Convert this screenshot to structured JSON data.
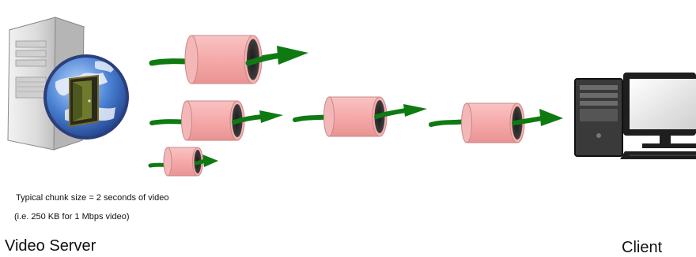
{
  "notes": {
    "line1": "Typical chunk size = 2 seconds of video",
    "line2": "(i.e. 250 KB for 1 Mbps video)"
  },
  "labels": {
    "server": "Video Server",
    "client": "Client"
  },
  "icons": {
    "server": "server-with-globe-icon",
    "client": "desktop-computer-icon",
    "chunk": "video-chunk-cylinder-icon",
    "flow": "green-arrow-icon"
  },
  "colors": {
    "chunk_fill": "#f7aaaa",
    "chunk_stroke": "#c98888",
    "arrow": "#0f7a12",
    "server_body": "#e3e3e3",
    "globe": "#3a6fc6",
    "client_case": "#2b2b2b"
  }
}
